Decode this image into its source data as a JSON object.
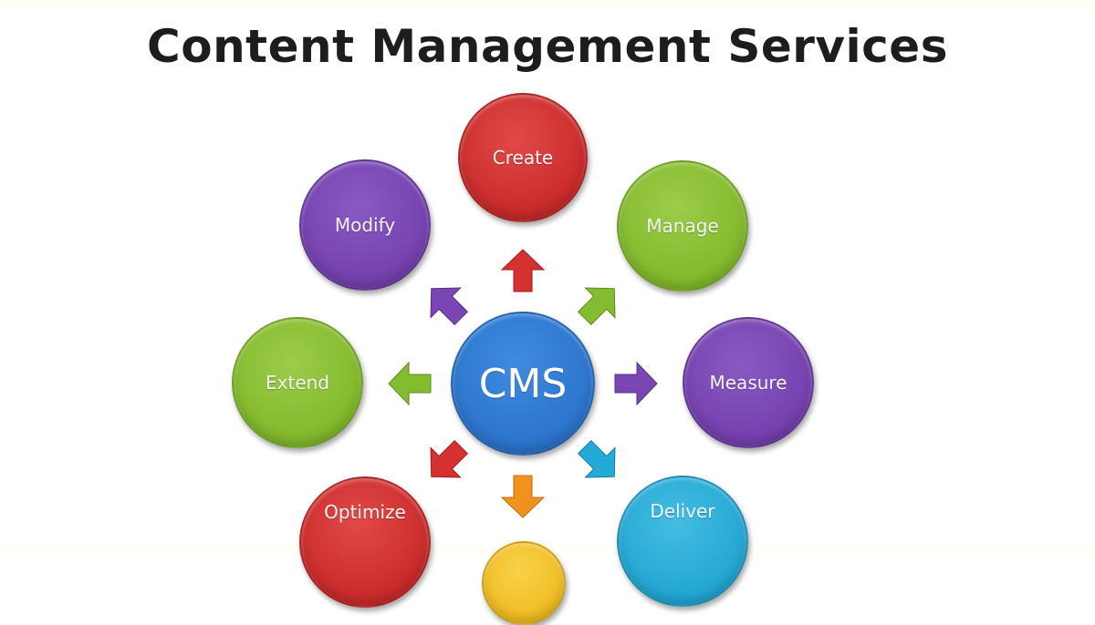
{
  "title": "Content Management Services",
  "diagram": {
    "center": {
      "label": "CMS",
      "color": "#2f7bd3"
    },
    "nodes": [
      {
        "id": "create",
        "label": "Create",
        "color": "#d63131"
      },
      {
        "id": "manage",
        "label": "Manage",
        "color": "#84bc2f"
      },
      {
        "id": "measure",
        "label": "Measure",
        "color": "#7a46b3"
      },
      {
        "id": "deliver",
        "label": "Deliver",
        "color": "#23aad6"
      },
      {
        "id": "bottom",
        "label": "",
        "color": "#f3c12b"
      },
      {
        "id": "optimize",
        "label": "Optimize",
        "color": "#d63131"
      },
      {
        "id": "extend",
        "label": "Extend",
        "color": "#84bc2f"
      },
      {
        "id": "modify",
        "label": "Modify",
        "color": "#7a46b3"
      }
    ],
    "arrows": [
      {
        "direction": "up",
        "color": "#d63131"
      },
      {
        "direction": "up-right",
        "color": "#84bc2f"
      },
      {
        "direction": "right",
        "color": "#7a46b3"
      },
      {
        "direction": "down-right",
        "color": "#23aad6"
      },
      {
        "direction": "down",
        "color": "#f0921e"
      },
      {
        "direction": "down-left",
        "color": "#d63131"
      },
      {
        "direction": "left",
        "color": "#84bc2f"
      },
      {
        "direction": "up-left",
        "color": "#7a46b3"
      }
    ]
  }
}
